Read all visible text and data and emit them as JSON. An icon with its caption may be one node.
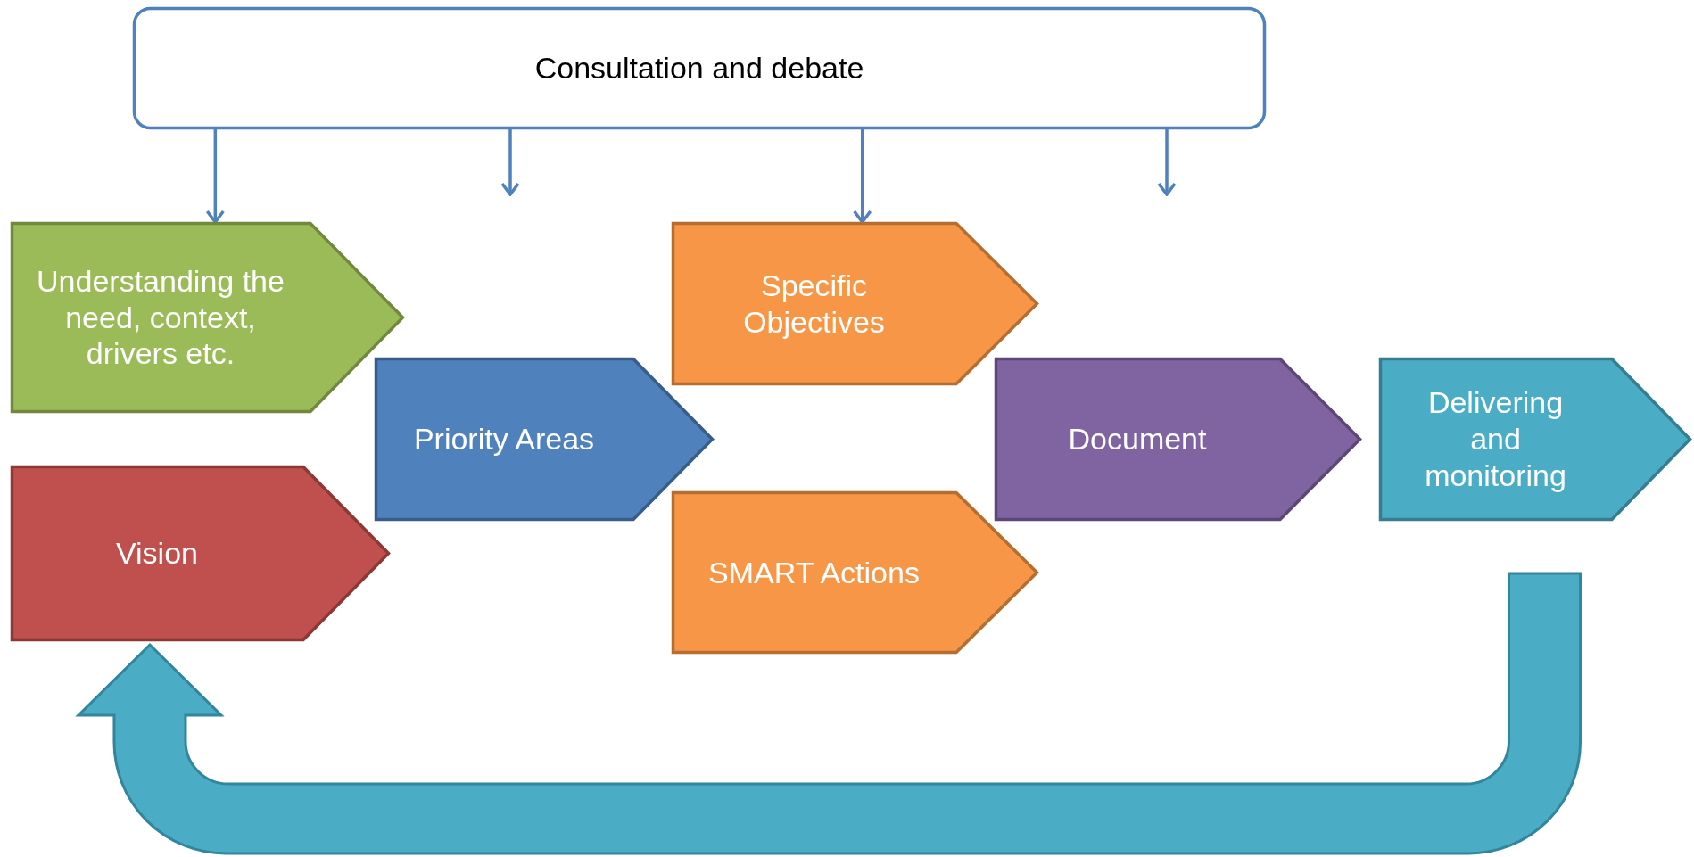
{
  "diagram": {
    "nodes": [
      {
        "text": [
          "Consultation and debate"
        ]
      },
      {
        "text": [
          "Understanding the need, context, drivers etc."
        ]
      },
      {
        "text": [
          "Vision"
        ]
      },
      {
        "text": [
          "Priority Areas"
        ]
      },
      {
        "text": [
          "Specific Objectives"
        ]
      },
      {
        "text": [
          "SMART Actions"
        ]
      },
      {
        "text": [
          "Document"
        ]
      },
      {
        "text": [
          "Delivering and monitoring"
        ]
      }
    ],
    "edges": [
      {
        "from": 0,
        "to": 1,
        "arrow": "to"
      },
      {
        "from": 0,
        "to": null,
        "arrow": "to"
      },
      {
        "from": 0,
        "to": 4,
        "arrow": "to"
      },
      {
        "from": 0,
        "to": null,
        "arrow": "to"
      },
      {
        "from": 7,
        "to": 2,
        "arrow": "to",
        "style": "thick",
        "color": "#4bacc6"
      }
    ]
  }
}
